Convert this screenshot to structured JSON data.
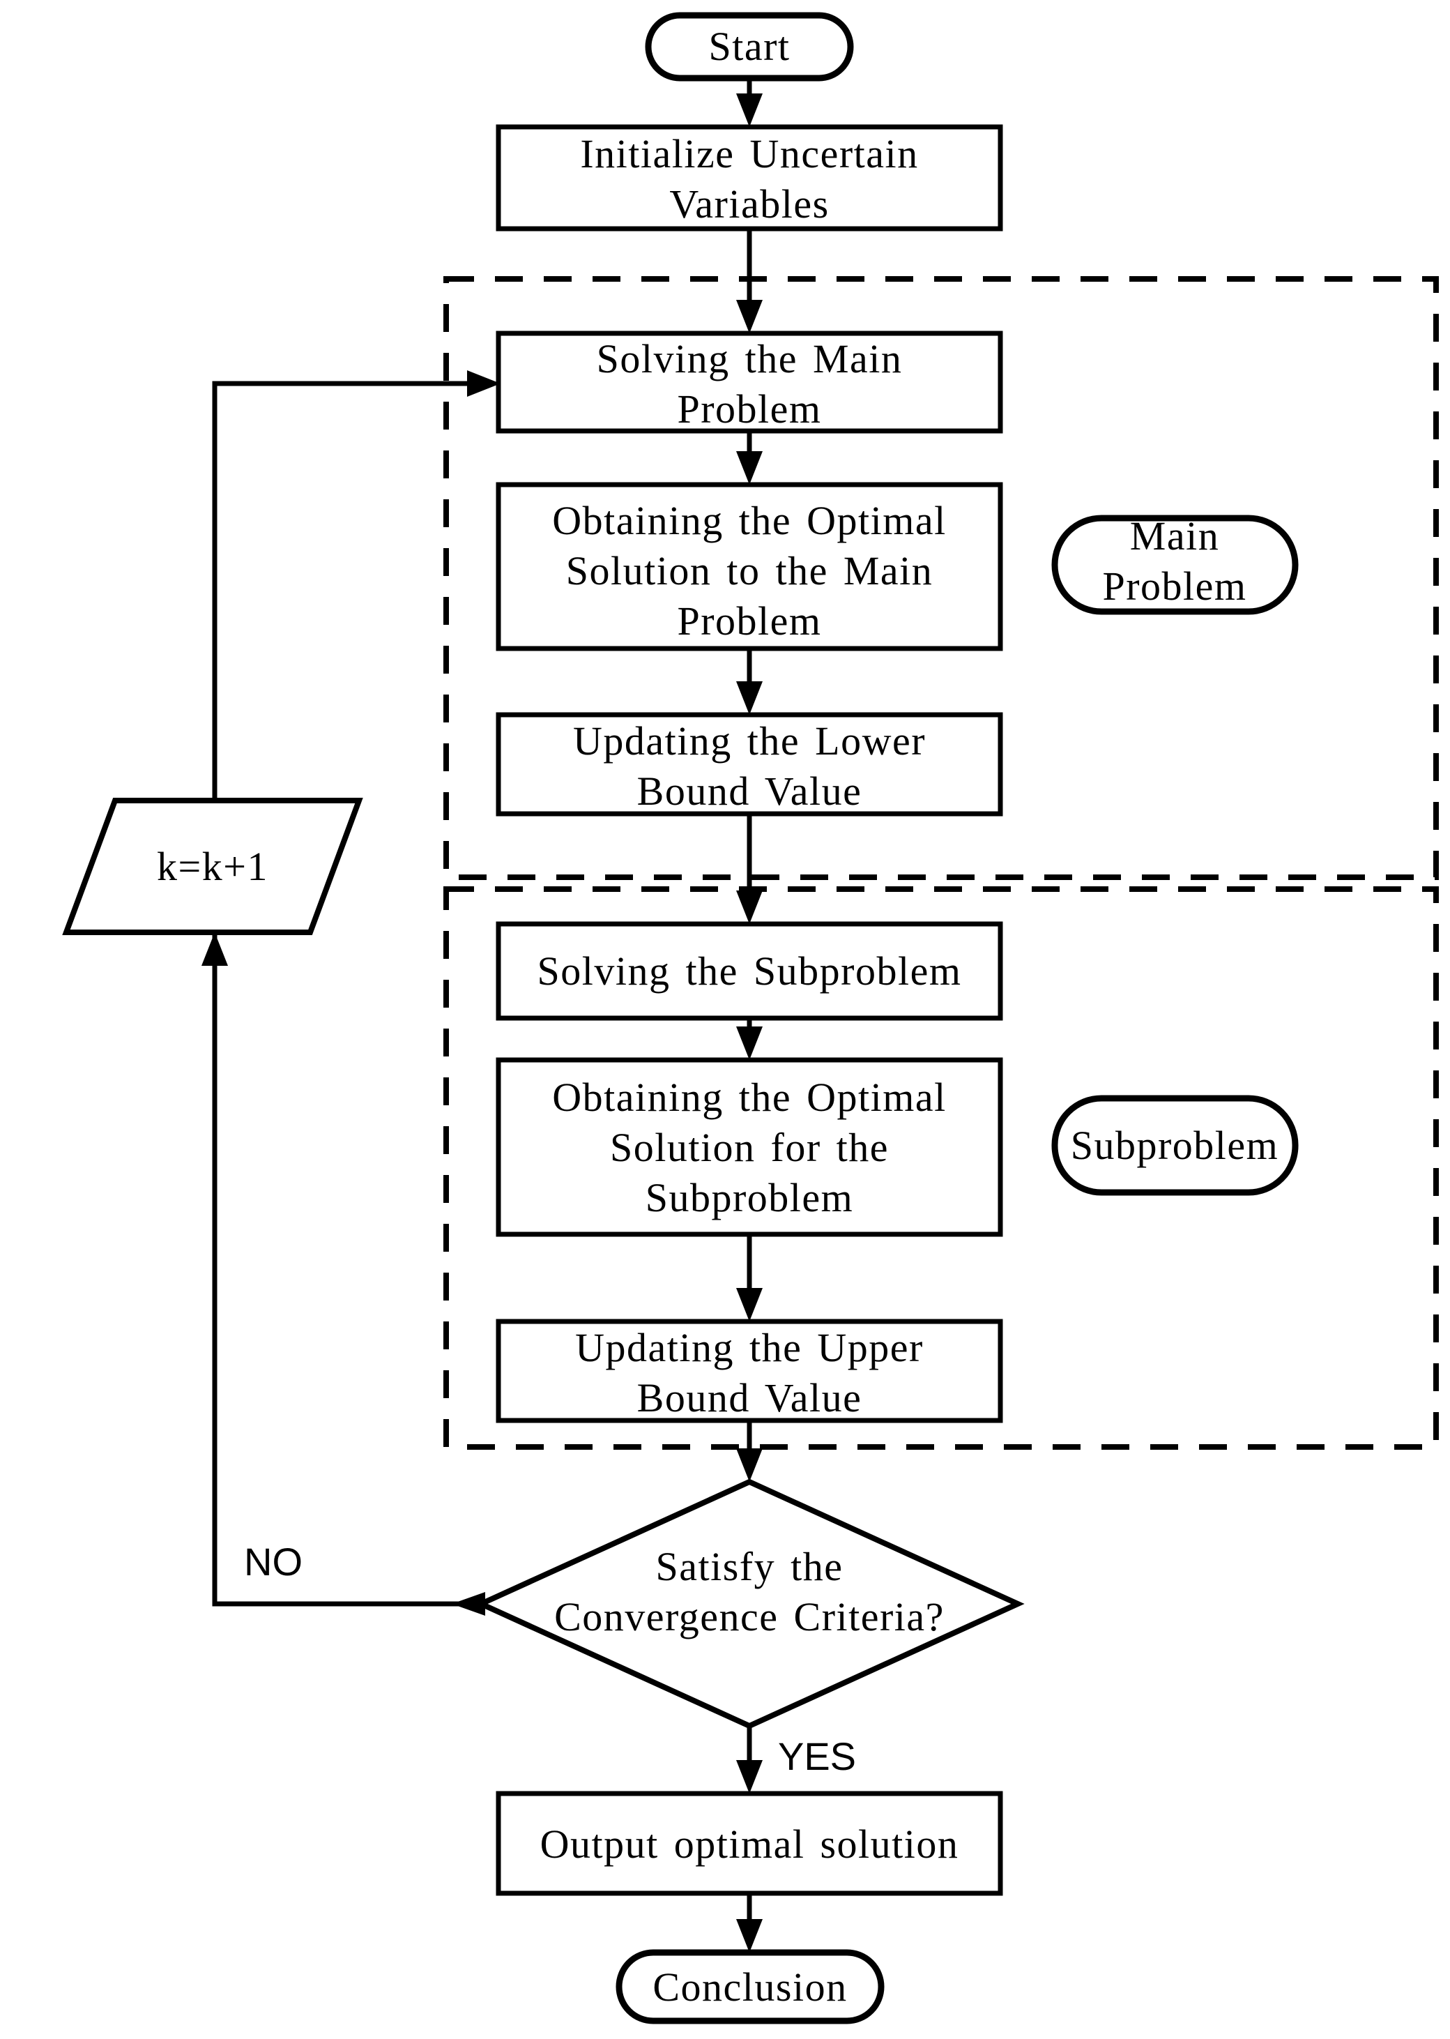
{
  "figure": {
    "background": "#ffffff",
    "stroke_color": "#000000",
    "nodes": {
      "start": {
        "type": "terminator",
        "label": "Start"
      },
      "initialize": {
        "type": "process",
        "line1": "Initialize Uncertain",
        "line2": "Variables"
      },
      "solving_main": {
        "type": "process",
        "line1": "Solving the Main",
        "line2": "Problem"
      },
      "obtaining_main": {
        "type": "process",
        "line1": "Obtaining the Optimal",
        "line2": "Solution to the Main",
        "line3": "Problem"
      },
      "updating_lower": {
        "type": "process",
        "line1": "Updating the Lower",
        "line2": "Bound Value"
      },
      "solving_sub": {
        "type": "process",
        "line1": "Solving the Subproblem"
      },
      "obtaining_sub": {
        "type": "process",
        "line1": "Obtaining the Optimal",
        "line2": "Solution for the",
        "line3": "Subproblem"
      },
      "updating_upper": {
        "type": "process",
        "line1": "Updating the Upper",
        "line2": "Bound Value"
      },
      "decision": {
        "type": "decision",
        "line1": "Satisfy the",
        "line2": "Convergence Criteria?"
      },
      "counter": {
        "type": "data",
        "label": "k=k+1"
      },
      "output": {
        "type": "process",
        "label": "Output optimal solution"
      },
      "conclusion": {
        "type": "terminator",
        "label": "Conclusion"
      }
    },
    "group_labels": {
      "main_problem": {
        "line1": "Main",
        "line2": "Problem"
      },
      "subproblem": {
        "label": "Subproblem"
      }
    },
    "edge_labels": {
      "no": "NO",
      "yes": "YES"
    }
  }
}
